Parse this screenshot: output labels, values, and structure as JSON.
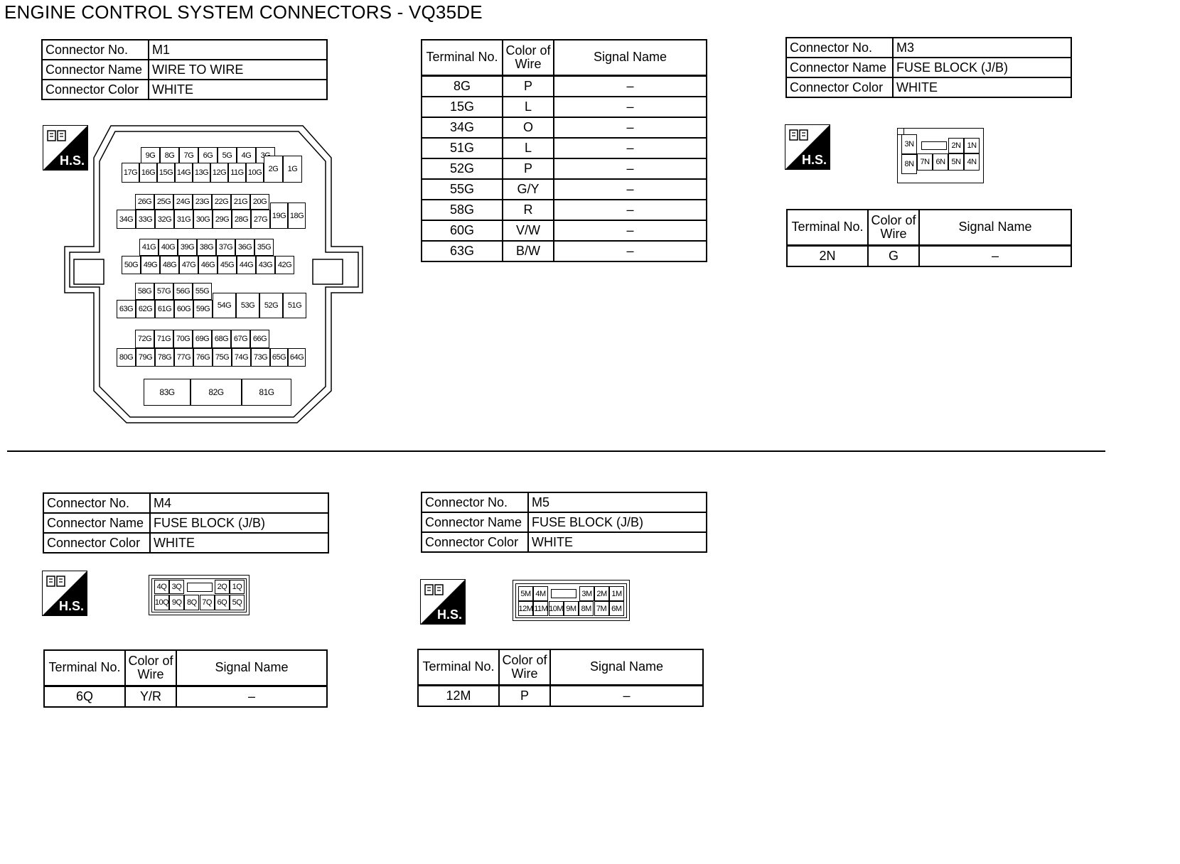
{
  "page": {
    "title": "ENGINE CONTROL SYSTEM CONNECTORS - VQ35DE"
  },
  "labels": {
    "connector_no": "Connector No.",
    "connector_name": "Connector Name",
    "connector_color": "Connector Color",
    "terminal_no": "Terminal No.",
    "color_of_wire": "Color of Wire",
    "signal_name": "Signal Name",
    "hs": "H.S."
  },
  "connectors": {
    "m1": {
      "no": "M1",
      "name": "WIRE TO WIRE",
      "color": "WHITE",
      "rows": [
        {
          "terminal": "8G",
          "wire": "P",
          "signal": "–"
        },
        {
          "terminal": "15G",
          "wire": "L",
          "signal": "–"
        },
        {
          "terminal": "34G",
          "wire": "O",
          "signal": "–"
        },
        {
          "terminal": "51G",
          "wire": "L",
          "signal": "–"
        },
        {
          "terminal": "52G",
          "wire": "P",
          "signal": "–"
        },
        {
          "terminal": "55G",
          "wire": "G/Y",
          "signal": "–"
        },
        {
          "terminal": "58G",
          "wire": "R",
          "signal": "–"
        },
        {
          "terminal": "60G",
          "wire": "V/W",
          "signal": "–"
        },
        {
          "terminal": "63G",
          "wire": "B/W",
          "signal": "–"
        }
      ],
      "face_rows": [
        [
          "9G",
          "8G",
          "7G",
          "6G",
          "5G",
          "4G",
          "3G"
        ],
        [
          "17G",
          "16G",
          "15G",
          "14G",
          "13G",
          "12G",
          "11G",
          "10G",
          "2G",
          "1G"
        ],
        [
          "26G",
          "25G",
          "24G",
          "23G",
          "22G",
          "21G",
          "20G"
        ],
        [
          "34G",
          "33G",
          "32G",
          "31G",
          "30G",
          "29G",
          "28G",
          "27G",
          "19G",
          "18G"
        ],
        [
          "41G",
          "40G",
          "39G",
          "38G",
          "37G",
          "36G",
          "35G"
        ],
        [
          "50G",
          "49G",
          "48G",
          "47G",
          "46G",
          "45G",
          "44G",
          "43G",
          "42G"
        ],
        [
          "58G",
          "57G",
          "56G",
          "55G"
        ],
        [
          "63G",
          "62G",
          "61G",
          "60G",
          "59G",
          "54G",
          "53G",
          "52G",
          "51G"
        ],
        [
          "72G",
          "71G",
          "70G",
          "69G",
          "68G",
          "67G",
          "66G"
        ],
        [
          "80G",
          "79G",
          "78G",
          "77G",
          "76G",
          "75G",
          "74G",
          "73G",
          "65G",
          "64G"
        ],
        [
          "83G",
          "82G",
          "81G"
        ]
      ]
    },
    "m3": {
      "no": "M3",
      "name": "FUSE BLOCK (J/B)",
      "color": "WHITE",
      "rows": [
        {
          "terminal": "2N",
          "wire": "G",
          "signal": "–"
        }
      ],
      "face_top": [
        "3N",
        "2N",
        "1N"
      ],
      "face_bottom": [
        "8N",
        "7N",
        "6N",
        "5N",
        "4N"
      ]
    },
    "m4": {
      "no": "M4",
      "name": "FUSE BLOCK (J/B)",
      "color": "WHITE",
      "rows": [
        {
          "terminal": "6Q",
          "wire": "Y/R",
          "signal": "–"
        }
      ],
      "face_top": [
        "4Q",
        "3Q",
        "2Q",
        "1Q"
      ],
      "face_bottom": [
        "10Q",
        "9Q",
        "8Q",
        "7Q",
        "6Q",
        "5Q"
      ]
    },
    "m5": {
      "no": "M5",
      "name": "FUSE BLOCK (J/B)",
      "color": "WHITE",
      "rows": [
        {
          "terminal": "12M",
          "wire": "P",
          "signal": "–"
        }
      ],
      "face_top": [
        "5M",
        "4M",
        "3M",
        "2M",
        "1M"
      ],
      "face_bottom": [
        "12M",
        "11M",
        "10M",
        "9M",
        "8M",
        "7M",
        "6M"
      ]
    }
  }
}
